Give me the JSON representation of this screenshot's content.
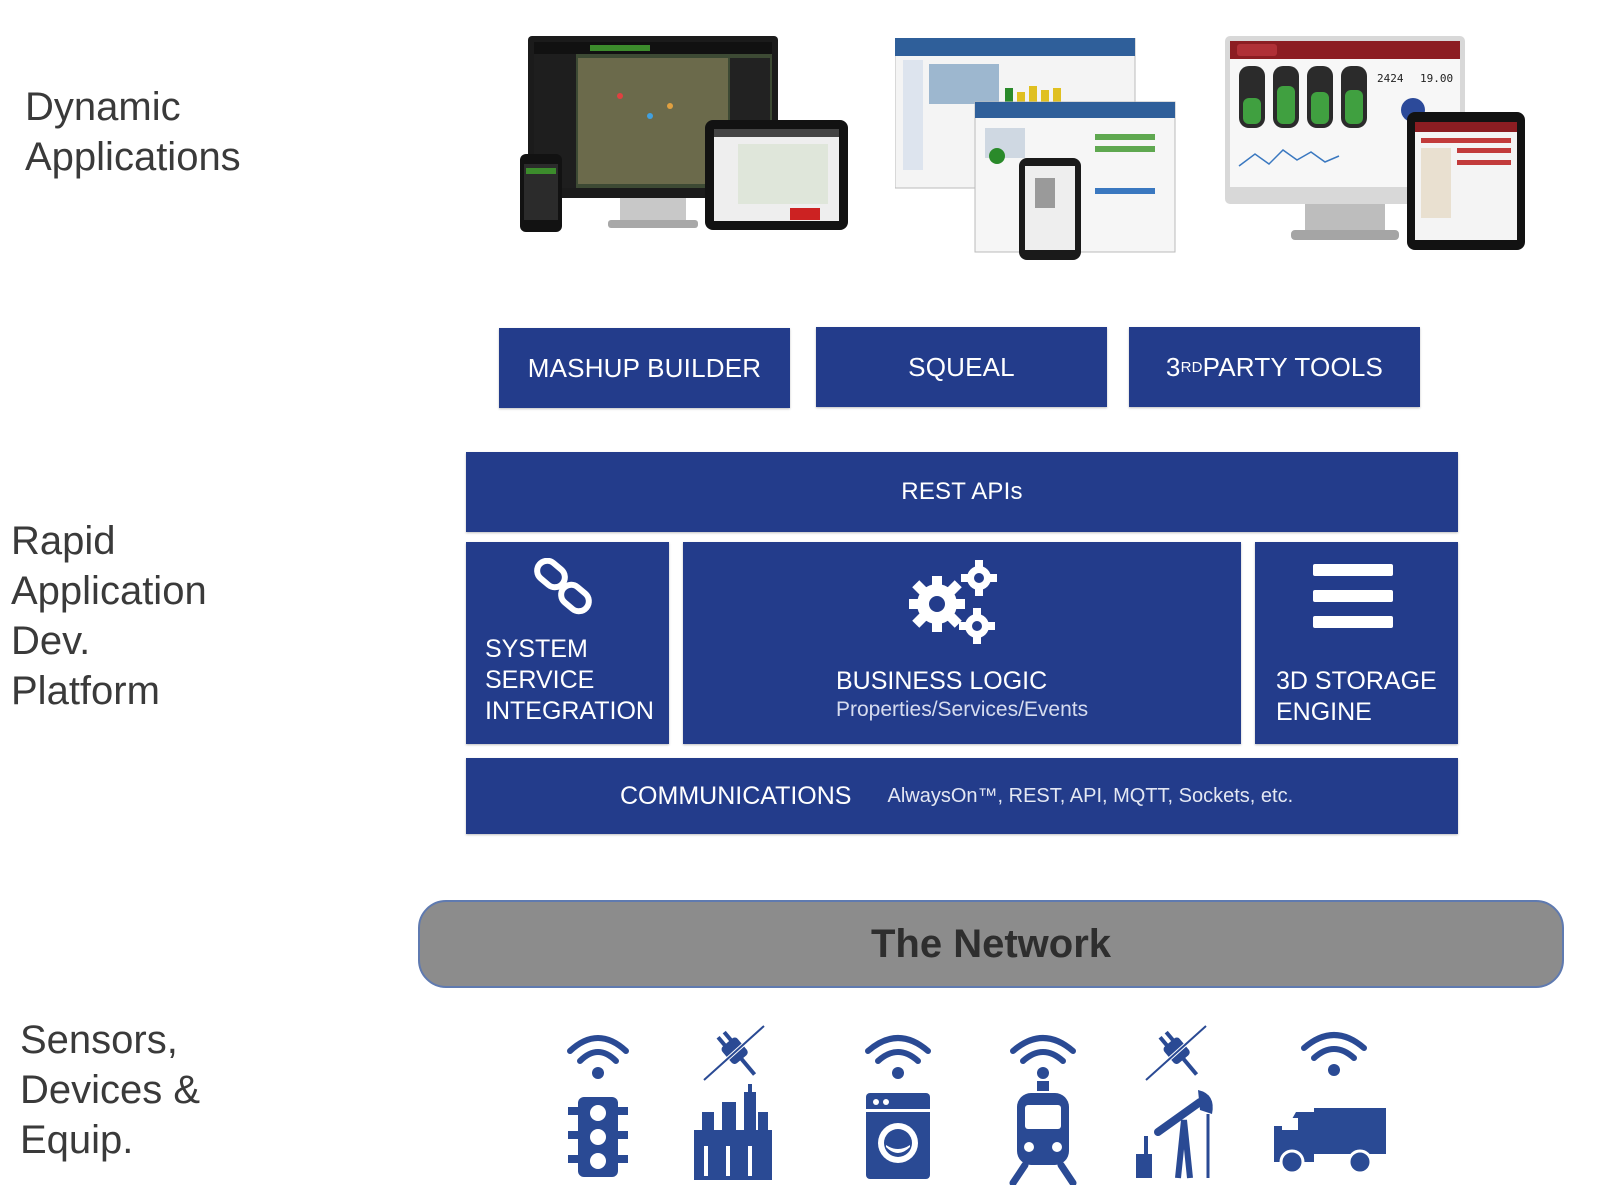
{
  "labels": {
    "dynamic_applications": "Dynamic\nApplications",
    "rapid_platform": "Rapid\nApplication\nDev.\nPlatform",
    "sensors": "Sensors,\nDevices &\nEquip."
  },
  "tools": {
    "mashup_builder": "MASHUP BUILDER",
    "squeal": "SQUEAL",
    "third_party_prefix": "3",
    "third_party_sup": "RD",
    "third_party_rest": " PARTY TOOLS"
  },
  "rest_apis": "REST APIs",
  "system_integration": {
    "line1": "SYSTEM",
    "line2": "SERVICE",
    "line3": "INTEGRATION"
  },
  "business_logic": {
    "title": "BUSINESS LOGIC",
    "subtitle": "Properties/Services/Events"
  },
  "storage": {
    "line1": "3D STORAGE",
    "line2": "ENGINE"
  },
  "communications": {
    "title": "COMMUNICATIONS",
    "detail": "AlwaysOn™, REST, API, MQTT, Sockets, etc."
  },
  "network": "The Network",
  "screens": {
    "readout_1": "2424",
    "readout_2": "19.00"
  },
  "devices": [
    "traffic-light",
    "factory",
    "washing-machine",
    "train",
    "oil-pump",
    "truck"
  ],
  "colors": {
    "platform_blue": "#233c8b",
    "icon_blue": "#2a4a94",
    "brace_blue": "#1f3a8a",
    "network_gray": "#8c8c8c"
  }
}
